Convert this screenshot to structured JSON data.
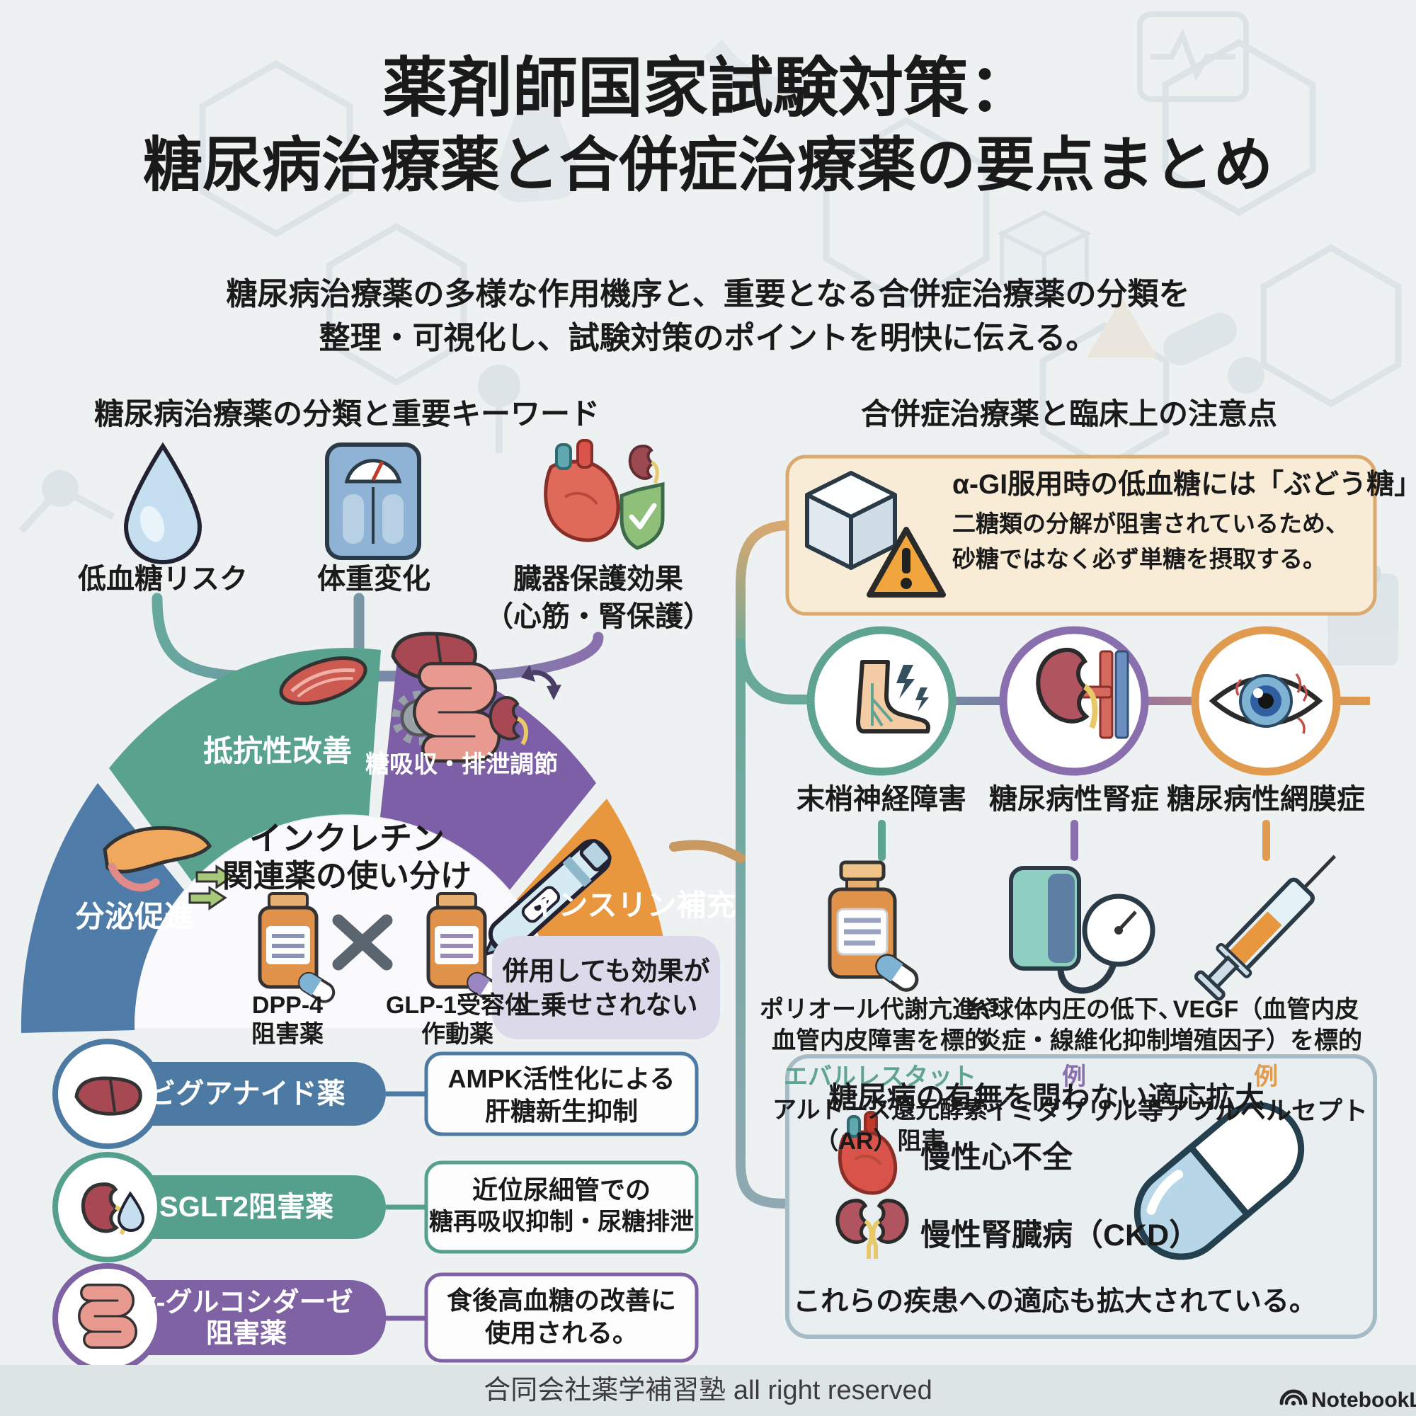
{
  "page": {
    "title_line1": "薬剤師国家試験対策：",
    "title_line2": "糖尿病治療薬と合併症治療薬の要点まとめ",
    "subtitle_line1": "糖尿病治療薬の多様な作用機序と、重要となる合併症治療薬の分類を",
    "subtitle_line2": "整理・可視化し、試験対策のポイントを明快に伝える。",
    "footer_text": "合同会社薬学補習塾 all right reserved",
    "brand": "NotebookLM"
  },
  "left": {
    "header": "糖尿病治療薬の分類と重要キーワード",
    "keywords": [
      {
        "label": "低血糖リスク"
      },
      {
        "label": "体重変化"
      },
      {
        "label_line1": "臓器保護効果",
        "label_line2": "（心筋・腎保護）"
      }
    ],
    "fan": {
      "segments": [
        {
          "label": "分泌促進",
          "color": "#4e7ba8"
        },
        {
          "label": "抵抗性改善",
          "color": "#58a28e"
        },
        {
          "label": "糖吸収・排泄調節",
          "color": "#7c5fa6"
        },
        {
          "label": "インスリン補充",
          "color": "#e8973f"
        }
      ],
      "center_title_line1": "インクレチン",
      "center_title_line2": "関連薬の使い分け",
      "drug1_line1": "DPP-4",
      "drug1_line2": "阻害薬",
      "drug2_line1": "GLP-1受容体",
      "drug2_line2": "作動薬",
      "note_line1": "併用しても効果が",
      "note_line2": "上乗せされない"
    },
    "drug_classes": [
      {
        "name_line1": "ビグアナイド薬",
        "name_line2": "",
        "effect_line1": "AMPK活性化による",
        "effect_line2": "肝糖新生抑制",
        "color": "#4d7aa3"
      },
      {
        "name_line1": "SGLT2阻害薬",
        "name_line2": "",
        "effect_line1": "近位尿細管での",
        "effect_line2": "糖再吸収抑制・尿糖排泄",
        "color": "#55a08d"
      },
      {
        "name_line1": "α-グルコシダーゼ",
        "name_line2": "阻害薬",
        "effect_line1": "食後高血糖の改善に",
        "effect_line2": "使用される。",
        "color": "#7e62a4"
      }
    ]
  },
  "right": {
    "header": "合併症治療薬と臨床上の注意点",
    "alert_box": {
      "title": "α-GI服用時の低血糖には「ぶどう糖」",
      "body_line1": "二糖類の分解が阻害されているため、",
      "body_line2": "砂糖ではなく必ず単糖を摂取する。"
    },
    "complications": [
      {
        "name": "末梢神経障害",
        "color": "#5fa391",
        "mech_line1": "ポリオール代謝亢進や",
        "mech_line2": "血管内皮障害を標的",
        "example": "エバルレスタット",
        "drug_line1": "アルドース還元酵素",
        "drug_line2": "（AR）阻害"
      },
      {
        "name": "糖尿病性腎症",
        "color": "#8a6fae",
        "mech_line1": "糸球体内圧の低下、",
        "mech_line2": "炎症・線維化抑制",
        "example": "例",
        "drug_line1": "イミダプリル等",
        "drug_line2": ""
      },
      {
        "name": "糖尿病性網膜症",
        "color": "#e09b4e",
        "mech_line1": "VEGF（血管内皮",
        "mech_line2": "増殖因子）を標的",
        "example": "例",
        "drug_line1": "アフルベルセプト",
        "drug_line2": ""
      }
    ],
    "expansion_box": {
      "title": "糖尿病の有無を問わない適応拡大",
      "item1": "慢性心不全",
      "item2": "慢性腎臓病（CKD）",
      "note": "これらの疾患への適応も拡大されている。"
    }
  }
}
